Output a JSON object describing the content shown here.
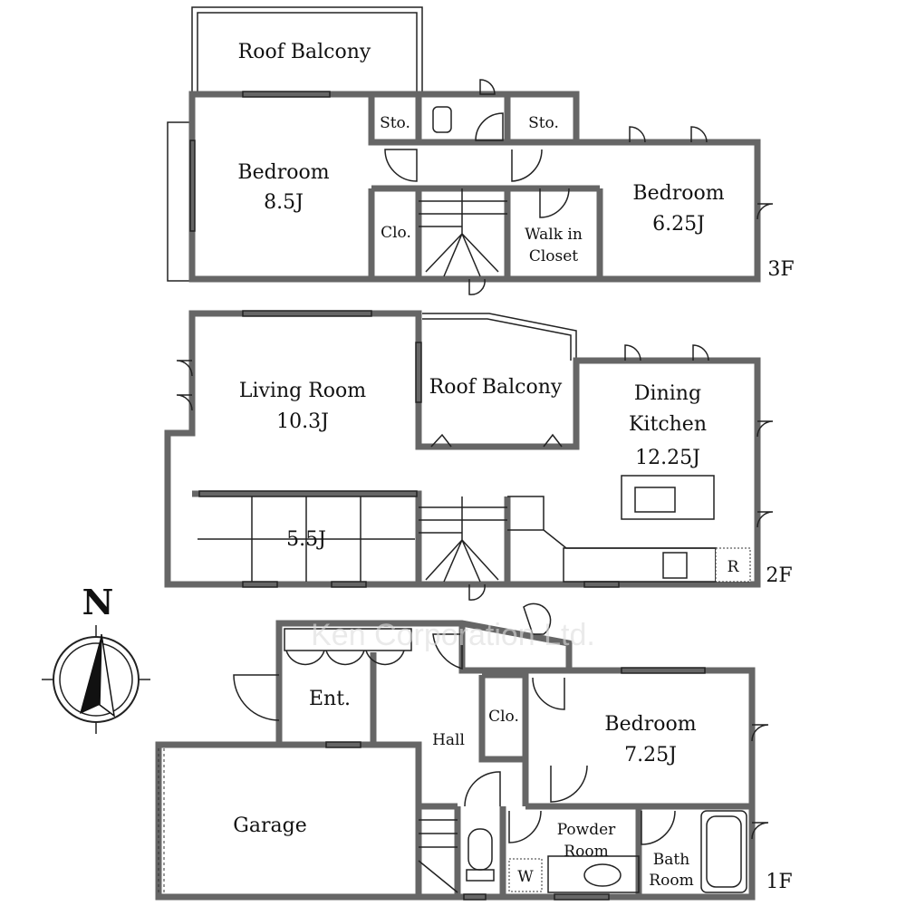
{
  "watermark": "Ken Corporation Ltd.",
  "compass_label": "N",
  "floors": {
    "f3": {
      "label": "3F",
      "rooms": {
        "roof_balcony": "Roof Balcony",
        "bedroom_a": "Bedroom",
        "bedroom_a_size": "8.5J",
        "sto1": "Sto.",
        "sto2": "Sto.",
        "clo": "Clo.",
        "walkin1": "Walk in",
        "walkin2": "Closet",
        "bedroom_b": "Bedroom",
        "bedroom_b_size": "6.25J"
      }
    },
    "f2": {
      "label": "2F",
      "rooms": {
        "living": "Living Room",
        "living_size": "10.3J",
        "roof_balcony": "Roof Balcony",
        "dining1": "Dining",
        "dining2": "Kitchen",
        "dining_size": "12.25J",
        "tatami_size": "5.5J",
        "fridge": "R"
      }
    },
    "f1": {
      "label": "1F",
      "rooms": {
        "ent": "Ent.",
        "hall": "Hall",
        "clo": "Clo.",
        "bedroom": "Bedroom",
        "bedroom_size": "7.25J",
        "garage": "Garage",
        "powder1": "Powder",
        "powder2": "Room",
        "bath1": "Bath",
        "bath2": "Room",
        "washer": "W"
      }
    }
  }
}
